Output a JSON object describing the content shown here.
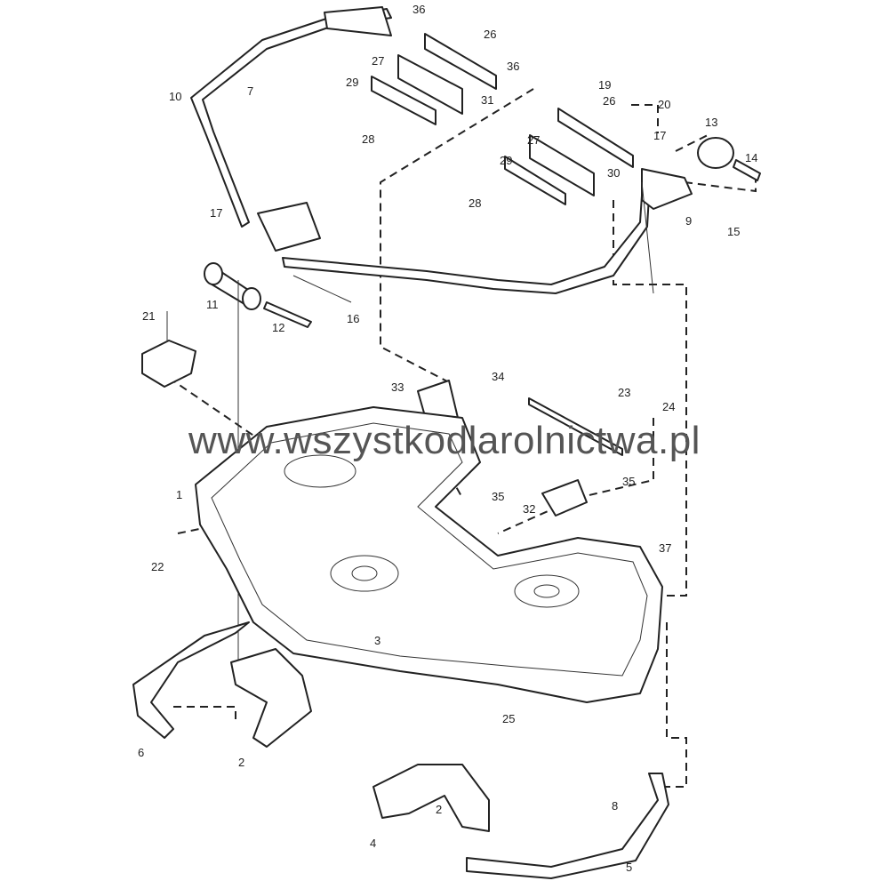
{
  "watermark": "www.wszystkodlarolnictwa.pl",
  "callouts": [
    {
      "label": "36"
    },
    {
      "label": "26"
    },
    {
      "label": "27"
    },
    {
      "label": "36"
    },
    {
      "label": "29"
    },
    {
      "label": "31"
    },
    {
      "label": "10"
    },
    {
      "label": "7"
    },
    {
      "label": "28"
    },
    {
      "label": "19"
    },
    {
      "label": "20"
    },
    {
      "label": "26"
    },
    {
      "label": "13"
    },
    {
      "label": "17"
    },
    {
      "label": "27"
    },
    {
      "label": "30"
    },
    {
      "label": "29"
    },
    {
      "label": "14"
    },
    {
      "label": "28"
    },
    {
      "label": "9"
    },
    {
      "label": "15"
    },
    {
      "label": "17"
    },
    {
      "label": "11"
    },
    {
      "label": "16"
    },
    {
      "label": "12"
    },
    {
      "label": "21"
    },
    {
      "label": "33"
    },
    {
      "label": "34"
    },
    {
      "label": "23"
    },
    {
      "label": "24"
    },
    {
      "label": "35"
    },
    {
      "label": "35"
    },
    {
      "label": "32"
    },
    {
      "label": "1"
    },
    {
      "label": "37"
    },
    {
      "label": "22"
    },
    {
      "label": "3"
    },
    {
      "label": "25"
    },
    {
      "label": "6"
    },
    {
      "label": "2"
    },
    {
      "label": "2"
    },
    {
      "label": "8"
    },
    {
      "label": "4"
    },
    {
      "label": "5"
    }
  ]
}
